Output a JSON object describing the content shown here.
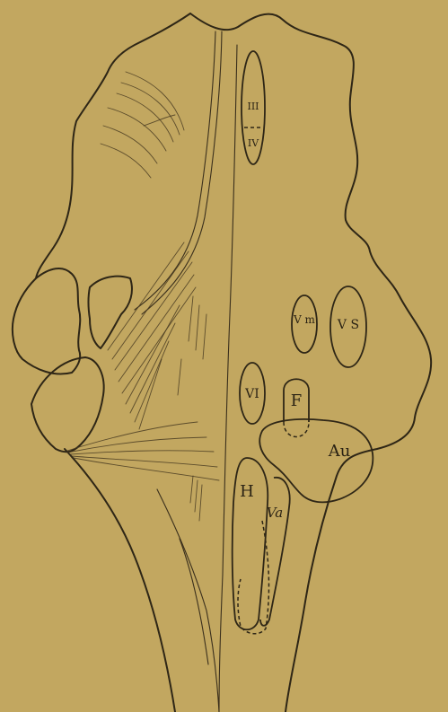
{
  "colors": {
    "paper": "#c2a760",
    "ink": "#2e2616"
  },
  "labels": {
    "iii": "III",
    "iv": "IV",
    "vm": "V m",
    "vs": "V S",
    "vi": "VI",
    "f": "F",
    "au": "Au",
    "h": "H",
    "va": "Va"
  }
}
